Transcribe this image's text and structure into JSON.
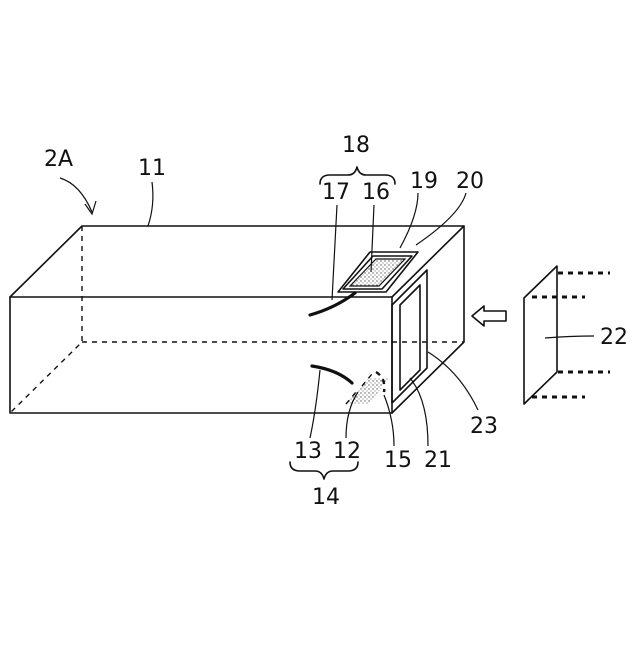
{
  "labels": {
    "fig": "2A",
    "n11": "11",
    "n12": "12",
    "n13": "13",
    "n14": "14",
    "n15": "15",
    "n16": "16",
    "n17": "17",
    "n18": "18",
    "n19": "19",
    "n20": "20",
    "n21": "21",
    "n22": "22",
    "n23": "23"
  }
}
